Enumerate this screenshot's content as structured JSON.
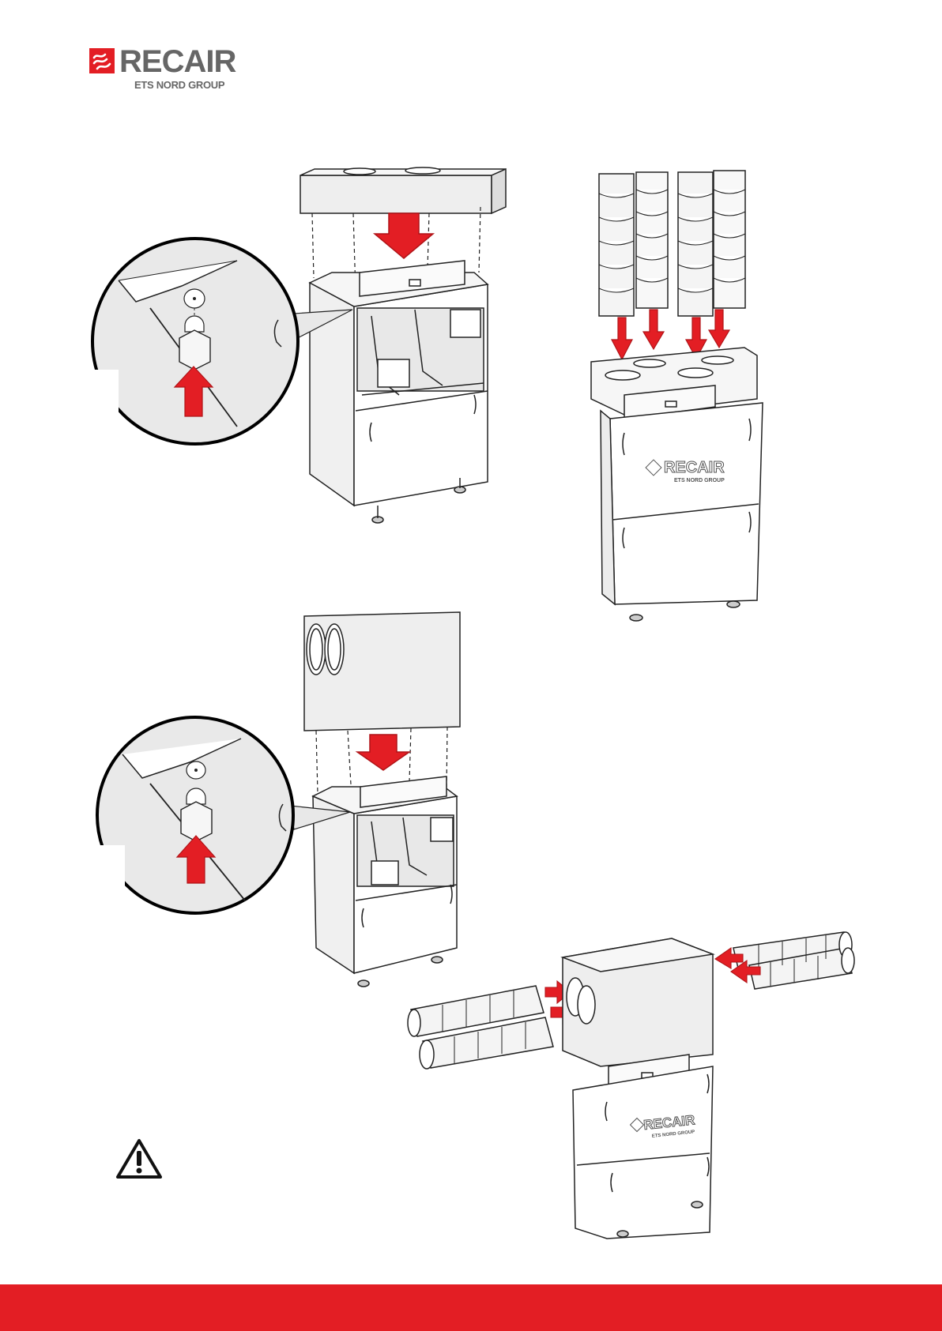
{
  "brand": {
    "name": "RECAIR",
    "tagline": "ETS NORD GROUP",
    "accent_color": "#e31e24",
    "text_color": "#666666"
  },
  "figures": [
    {
      "icon": "unit-top-lowering-diagram"
    },
    {
      "icon": "duct-connection-top-diagram"
    },
    {
      "icon": "unit-side-lowering-diagram"
    },
    {
      "icon": "duct-connection-side-diagram"
    }
  ],
  "warning": {
    "icon": "warning-triangle-icon"
  },
  "footer": {
    "color": "#e31e24"
  }
}
